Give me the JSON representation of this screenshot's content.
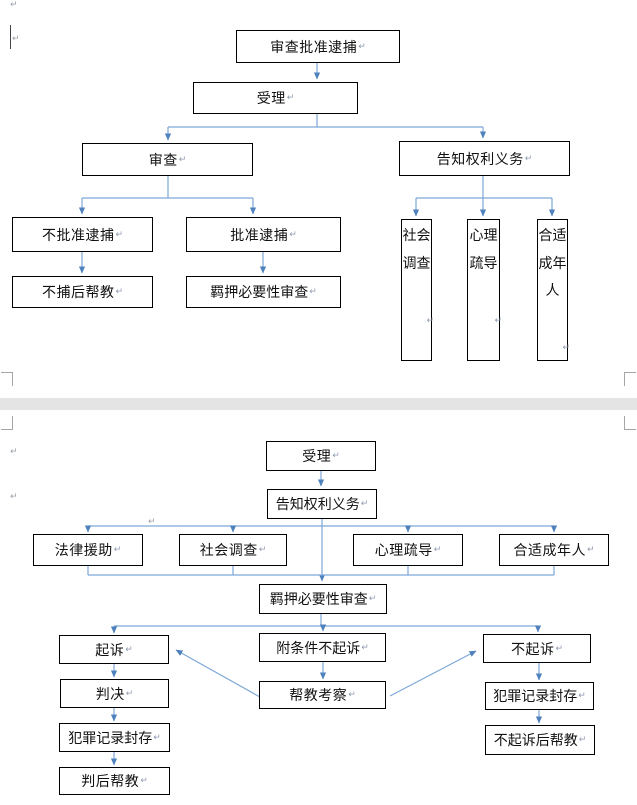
{
  "document": {
    "paragraph_mark": "↵",
    "page_break_visible": true,
    "colors": {
      "connector_line": "#7da7d9",
      "arrowhead": "#4f81bd",
      "box_border": "#000000",
      "text": "#111111",
      "page_break_band": "#e4e4e4",
      "margin_mark": "#a6a6a6",
      "format_mark": "#8f9bb0"
    }
  },
  "flowchart_top": {
    "nodes": {
      "review_approve_arrest": "审查批准逮捕",
      "accept": "受理",
      "review": "审查",
      "inform_rights": "告知权利义务",
      "disapprove_arrest": "不批准逮捕",
      "approve_arrest": "批准逮捕",
      "no_arrest_aftercare": "不捕后帮教",
      "detention_necessity_review": "羁押必要性审查",
      "social_investigation": "社会调查",
      "psychological_counseling": "心理疏导",
      "appropriate_adult": "合适成年人"
    },
    "edges": [
      [
        "审查批准逮捕",
        "受理"
      ],
      [
        "受理",
        "审查"
      ],
      [
        "受理",
        "告知权利义务"
      ],
      [
        "审查",
        "不批准逮捕"
      ],
      [
        "审查",
        "批准逮捕"
      ],
      [
        "不批准逮捕",
        "不捕后帮教"
      ],
      [
        "批准逮捕",
        "羁押必要性审查"
      ],
      [
        "告知权利义务",
        "社会调查"
      ],
      [
        "告知权利义务",
        "心理疏导"
      ],
      [
        "告知权利义务",
        "合适成年人"
      ]
    ]
  },
  "flowchart_bottom": {
    "nodes": {
      "accept": "受理",
      "inform_rights": "告知权利义务",
      "legal_aid": "法律援助",
      "social_investigation": "社会调查",
      "psychological_counseling": "心理疏导",
      "appropriate_adult": "合适成年人",
      "detention_necessity_review": "羁押必要性审查",
      "prosecute": "起诉",
      "conditional_non_prosecution": "附条件不起诉",
      "non_prosecution": "不起诉",
      "judgment": "判决",
      "aftercare_probation": "帮教考察",
      "criminal_record_sealing_left": "犯罪记录封存",
      "criminal_record_sealing_right": "犯罪记录封存",
      "post_judgment_aftercare": "判后帮教",
      "non_prosecution_aftercare": "不起诉后帮教"
    },
    "edges": [
      [
        "受理",
        "告知权利义务"
      ],
      [
        "告知权利义务",
        "法律援助"
      ],
      [
        "告知权利义务",
        "社会调查"
      ],
      [
        "告知权利义务",
        "心理疏导"
      ],
      [
        "告知权利义务",
        "合适成年人"
      ],
      [
        "法律援助",
        "羁押必要性审查"
      ],
      [
        "社会调查",
        "羁押必要性审查"
      ],
      [
        "心理疏导",
        "羁押必要性审查"
      ],
      [
        "合适成年人",
        "羁押必要性审查"
      ],
      [
        "羁押必要性审查",
        "起诉"
      ],
      [
        "羁押必要性审查",
        "附条件不起诉"
      ],
      [
        "羁押必要性审查",
        "不起诉"
      ],
      [
        "起诉",
        "判决"
      ],
      [
        "判决",
        "犯罪记录封存"
      ],
      [
        "犯罪记录封存",
        "判后帮教"
      ],
      [
        "附条件不起诉",
        "帮教考察"
      ],
      [
        "帮教考察",
        "起诉"
      ],
      [
        "帮教考察",
        "不起诉"
      ],
      [
        "不起诉",
        "犯罪记录封存"
      ],
      [
        "犯罪记录封存",
        "不起诉后帮教"
      ]
    ]
  }
}
